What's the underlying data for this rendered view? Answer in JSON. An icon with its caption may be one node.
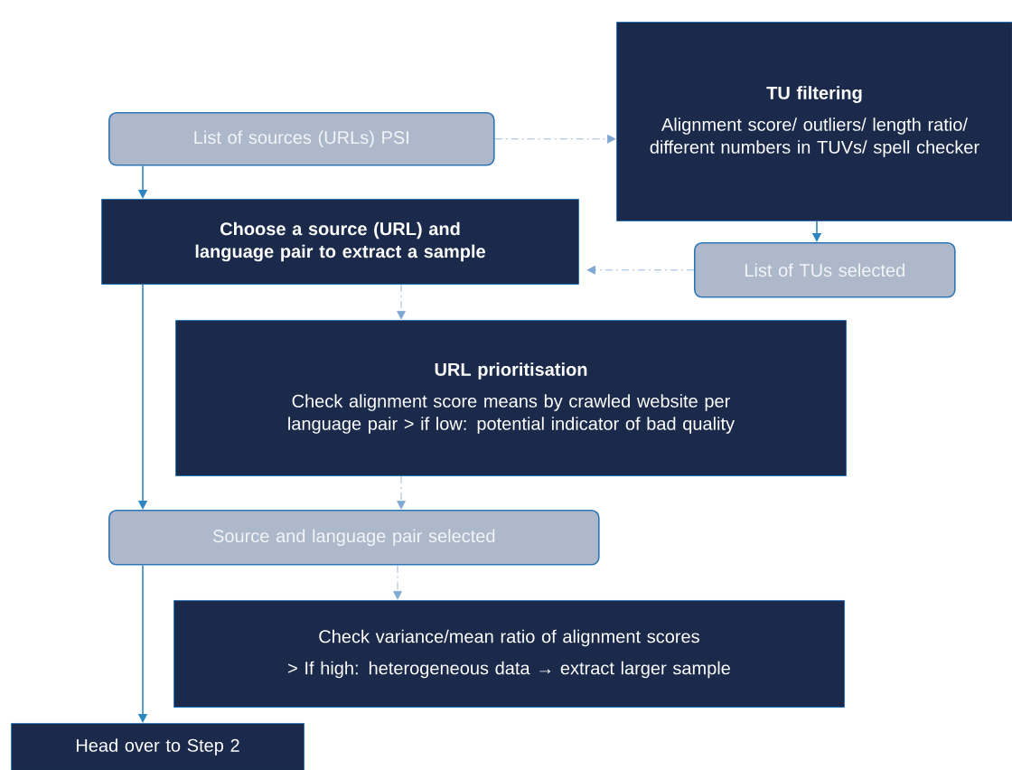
{
  "diagram": {
    "nodes": [
      {
        "text": [
          "List of sources (URLs) PSI"
        ]
      },
      {
        "text": [
          "TU filtering",
          "Alignment score/ outliers/ length ratio/ different numbers in TUVs/ spell checker"
        ]
      },
      {
        "text": [
          "Choose a source (URL) and language pair to extract a sample"
        ]
      },
      {
        "text": [
          "List of TUs selected"
        ]
      },
      {
        "text": [
          "URL prioritisation",
          "Check alignment score means by crawled website per language pair > if low: potential indicator of bad quality"
        ]
      },
      {
        "text": [
          "Source and language pair selected"
        ]
      },
      {
        "text": [
          "Check variance/mean ratio of alignment scores",
          "> If high: heterogeneous data → extract larger sample"
        ]
      },
      {
        "text": [
          "Head over to Step 2"
        ]
      }
    ],
    "edges": [
      {
        "from": 0,
        "to": 2,
        "arrow": "to",
        "color": "#2e86c1"
      },
      {
        "from": 0,
        "to": 1,
        "arrow": "to",
        "style": "dashed"
      },
      {
        "from": 1,
        "to": 3,
        "arrow": "to",
        "color": "#2e86c1"
      },
      {
        "from": 3,
        "to": 2,
        "arrow": "to",
        "style": "dashed"
      },
      {
        "from": 2,
        "to": 4,
        "arrow": "to",
        "style": "dashed"
      },
      {
        "from": 2,
        "to": 5,
        "arrow": "to",
        "color": "#2e86c1"
      },
      {
        "from": 4,
        "to": 5,
        "arrow": "to",
        "style": "dashed"
      },
      {
        "from": 5,
        "to": 6,
        "arrow": "to",
        "style": "dashed"
      },
      {
        "from": 5,
        "to": 7,
        "arrow": "to",
        "color": "#2e86c1"
      }
    ]
  }
}
